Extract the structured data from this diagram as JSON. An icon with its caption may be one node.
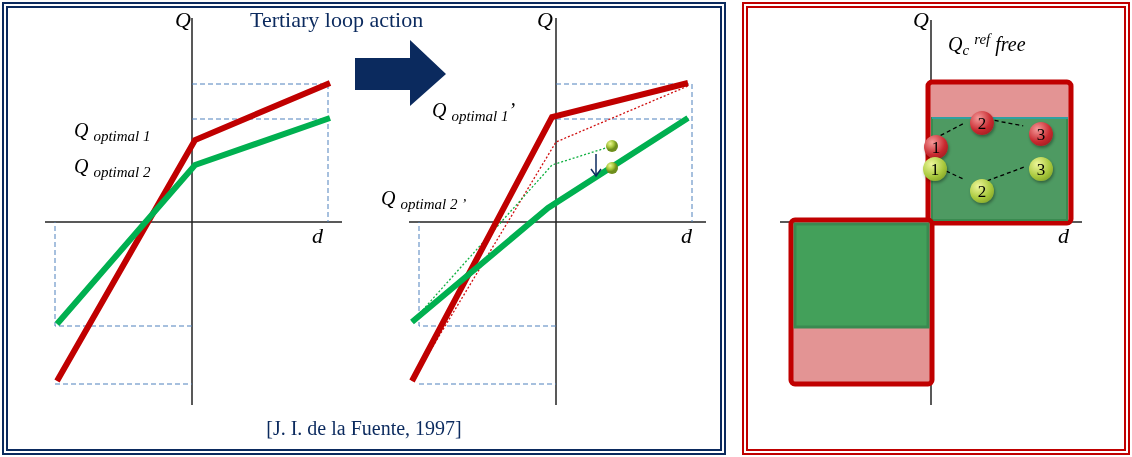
{
  "diagram": {
    "nodes": [
      {
        "text": [
          "[J. I. de la Fuente, 1997]"
        ]
      },
      {
        "text": [],
        "shape": "box"
      },
      {
        "text": [
          "1"
        ],
        "in": 1
      },
      {
        "text": [
          "2"
        ],
        "in": 1
      },
      {
        "text": [
          "3"
        ],
        "in": 1
      },
      {
        "text": [
          "1"
        ],
        "in": 1
      },
      {
        "text": [
          "2"
        ],
        "in": 1
      },
      {
        "text": [
          "3"
        ],
        "in": 1
      }
    ],
    "edges": [
      {
        "from": 2,
        "to": 3,
        "arrow": "none",
        "style": "dashed"
      },
      {
        "from": 3,
        "to": 4,
        "arrow": "none",
        "style": "dashed"
      },
      {
        "from": 5,
        "to": 6,
        "arrow": "none",
        "style": "dashed"
      },
      {
        "from": 6,
        "to": 7,
        "arrow": "none",
        "style": "dashed"
      }
    ],
    "labels": [
      "Tertiary loop action",
      "Q",
      "Q $_{optimal 1}$",
      "Q $_{optimal 2}$",
      "d",
      "Q",
      "Q $_{optimal 1}$’",
      "Q $_{optimal 2 ’}$",
      "d",
      "Q",
      "Q$_{c}$ $^{ref}$ free",
      "d"
    ]
  }
}
